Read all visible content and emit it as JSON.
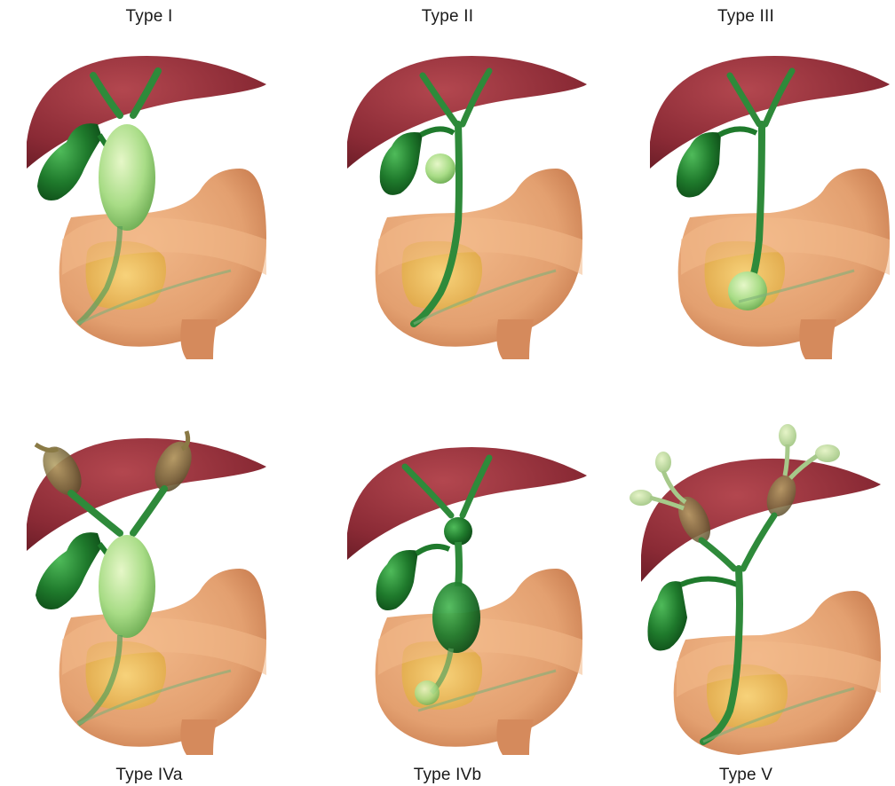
{
  "figure": {
    "panels": [
      {
        "label": "Type I"
      },
      {
        "label": "Type II"
      },
      {
        "label": "Type III"
      },
      {
        "label": "Type IVa"
      },
      {
        "label": "Type IVb"
      },
      {
        "label": "Type V"
      }
    ]
  },
  "colors": {
    "liver": "#8a2a35",
    "liver_light": "#b3474f",
    "duodenum": "#e3a070",
    "duodenum_dark": "#c77a4d",
    "pancreas": "#f0c060",
    "bile_duct": "#2e8a3a",
    "cyst": "#b8e39a",
    "intrahepatic_cyst": "#8a7a45"
  }
}
